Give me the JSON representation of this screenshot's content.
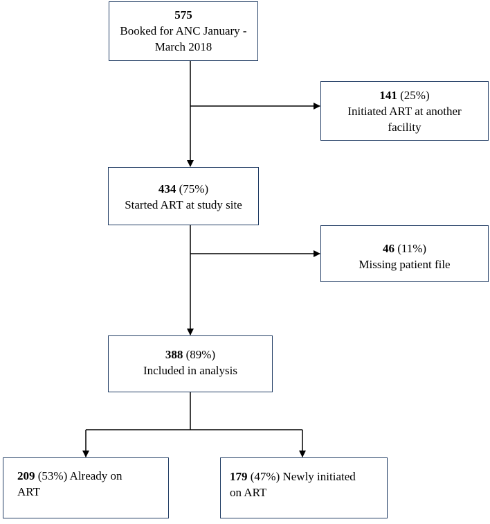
{
  "diagram": {
    "nodes": {
      "booked": {
        "count": "575",
        "line1": "Booked for ANC January -",
        "line2": "March 2018"
      },
      "another": {
        "count": "141",
        "pct": " (25%)",
        "line1": "Initiated ART at another",
        "line2": "facility"
      },
      "started": {
        "count": "434",
        "pct": " (75%)",
        "line1": "Started ART at study site"
      },
      "missing": {
        "count": "46",
        "pct": " (11%)",
        "line1": "Missing patient file"
      },
      "included": {
        "count": "388",
        "pct": " (89%)",
        "line1": "Included in analysis"
      },
      "already": {
        "count": "209",
        "rest": " (53%) Already on",
        "line2": "ART"
      },
      "newly": {
        "count": "179",
        "rest": " (47%) Newly initiated",
        "line2": "on ART"
      }
    },
    "edges": [
      [
        "booked",
        "started"
      ],
      [
        "booked",
        "another"
      ],
      [
        "started",
        "included"
      ],
      [
        "started",
        "missing"
      ],
      [
        "included",
        "already"
      ],
      [
        "included",
        "newly"
      ]
    ],
    "colors": {
      "box_border": "#1f3b63",
      "connector": "#000000"
    }
  }
}
